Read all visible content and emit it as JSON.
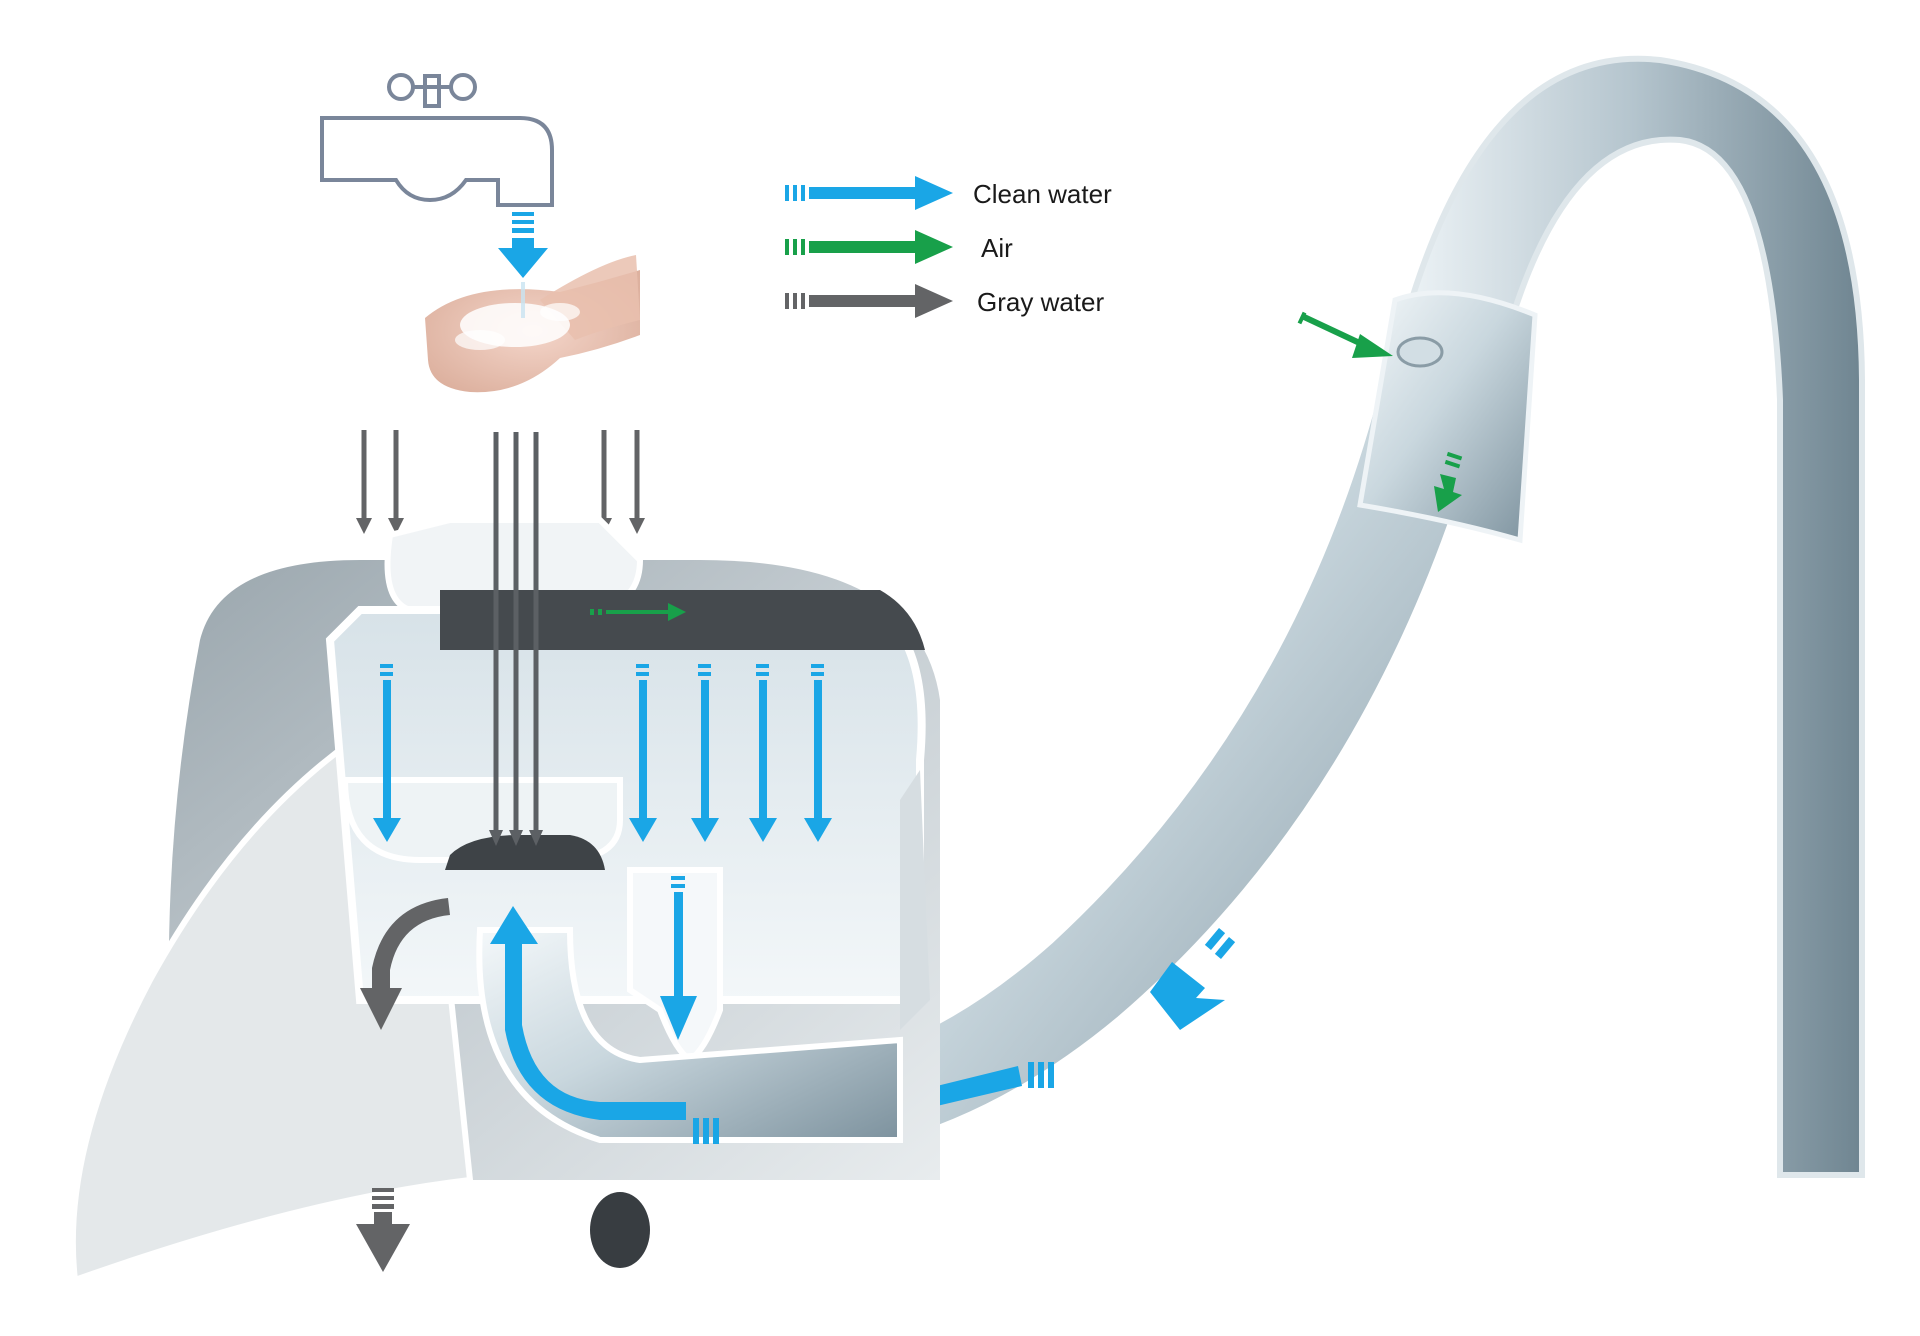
{
  "legend": {
    "items": [
      {
        "label": "Clean water",
        "color": "#1aa6e6",
        "icon": "clean-water-arrow-icon"
      },
      {
        "label": "Air",
        "color": "#18a04a",
        "icon": "air-arrow-icon"
      },
      {
        "label": "Gray water",
        "color": "#636466",
        "icon": "gray-water-arrow-icon"
      }
    ]
  },
  "colors": {
    "clean_water": "#1aa6e6",
    "air": "#18a04a",
    "gray_water": "#636466",
    "housing": "#e3e6e8",
    "metal": "#b9c9d1",
    "outline": "#7a869a"
  },
  "illustrations": [
    "tap-icon",
    "washing-hands-image",
    "recycling-unit-cutaway",
    "faucet-spout"
  ]
}
